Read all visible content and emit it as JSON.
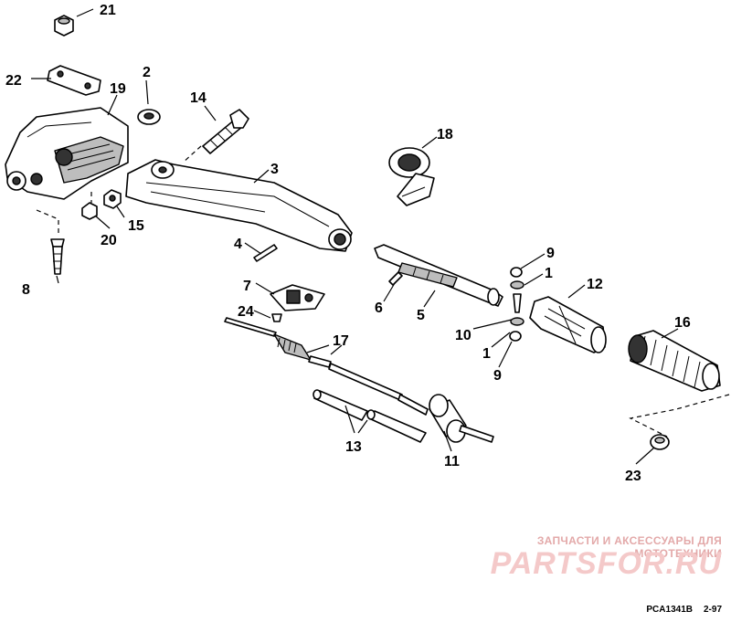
{
  "callouts": {
    "c1a": "1",
    "c1b": "1",
    "c2": "2",
    "c3": "3",
    "c4": "4",
    "c5": "5",
    "c6": "6",
    "c7": "7",
    "c8": "8",
    "c9a": "9",
    "c9b": "9",
    "c10": "10",
    "c11": "11",
    "c12": "12",
    "c13": "13",
    "c14": "14",
    "c15": "15",
    "c16": "16",
    "c17": "17",
    "c18": "18",
    "c19": "19",
    "c20": "20",
    "c21": "21",
    "c22": "22",
    "c23": "23",
    "c24": "24"
  },
  "watermark": {
    "subtitle": "ЗАПЧАСТИ И АКСЕССУАРЫ ДЛЯ МОТОТЕХНИКИ",
    "brand": "PARTSFOR.RU"
  },
  "footer": {
    "drawing_code": "PCA1341B",
    "date_code": "2-97"
  }
}
